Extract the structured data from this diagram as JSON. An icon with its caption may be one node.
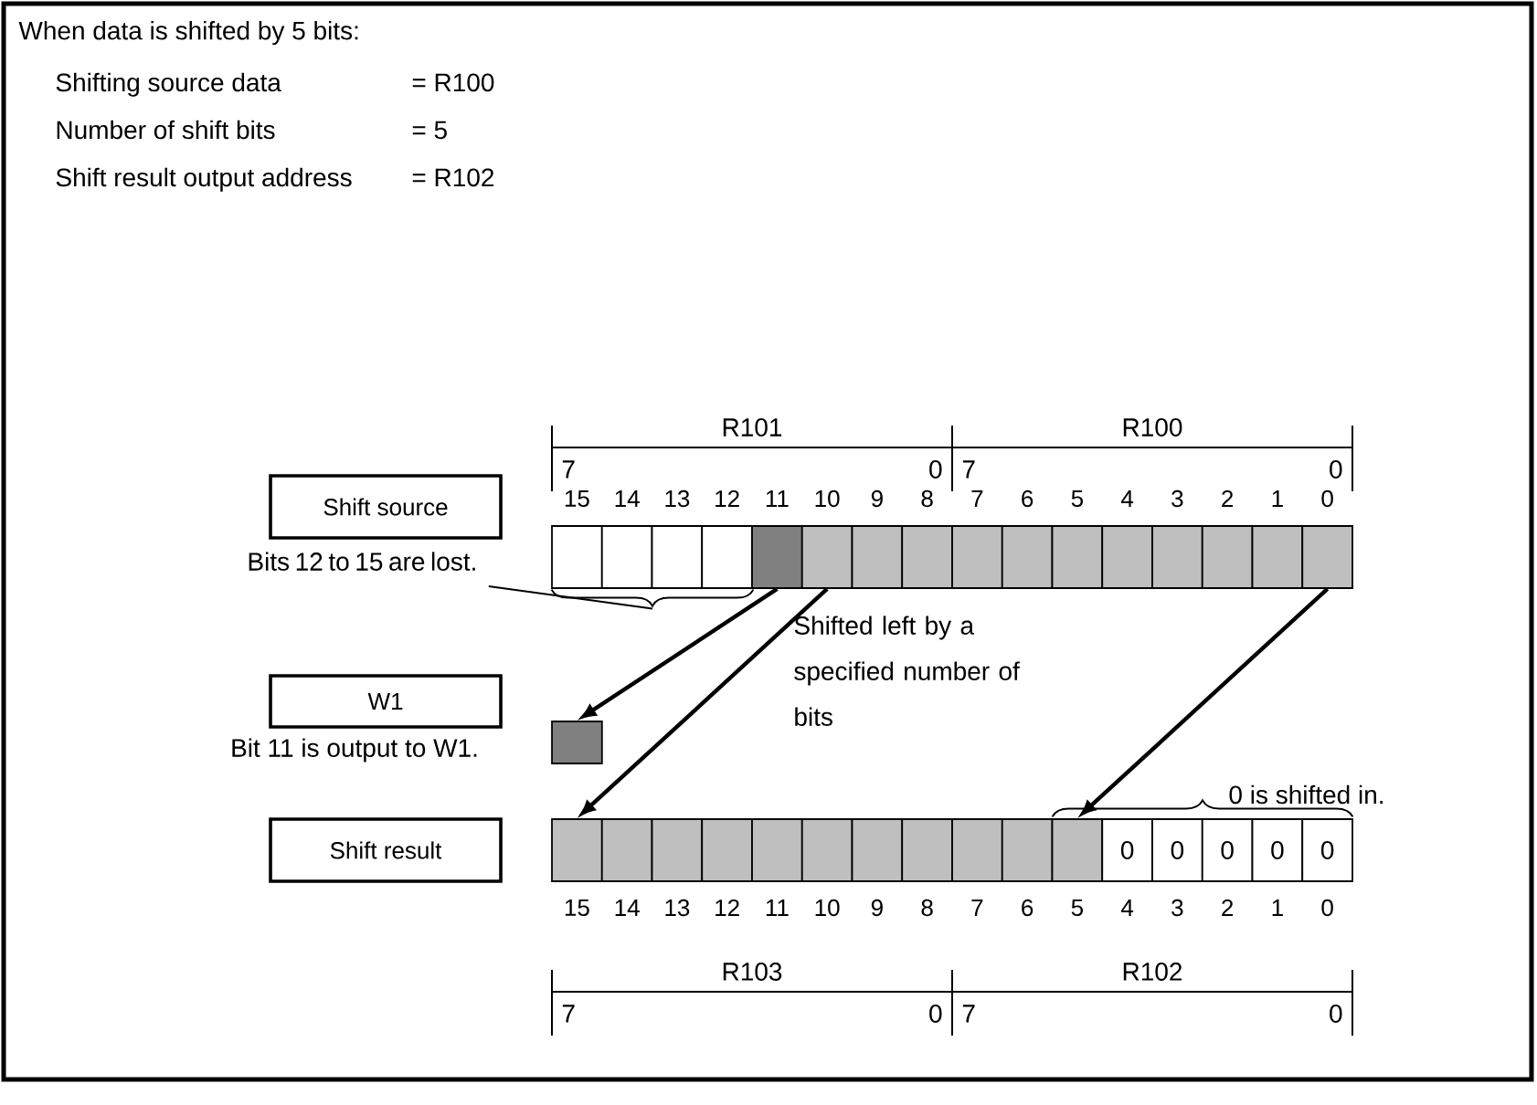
{
  "diagram": {
    "title": "When data is shifted by 5 bits:",
    "nodes": [
      {
        "text": [
          "Shift source"
        ]
      },
      {
        "text": [
          "W1"
        ],
        "beside": [
          "Bit 11 is output to W1."
        ]
      },
      {
        "text": [
          "Shift result"
        ]
      },
      {
        "text": [],
        "shape": "box"
      },
      {
        "text": [],
        "shape": "box"
      },
      {
        "text": [],
        "shape": "box"
      },
      {
        "text": [],
        "shape": "box"
      },
      {
        "text": [],
        "shape": "box"
      },
      {
        "text": [],
        "shape": "box"
      },
      {
        "text": [],
        "shape": "box"
      },
      {
        "text": [],
        "shape": "box"
      },
      {
        "text": [],
        "shape": "box"
      },
      {
        "text": [],
        "shape": "box"
      },
      {
        "text": [],
        "shape": "box"
      },
      {
        "text": [],
        "shape": "box"
      },
      {
        "text": [],
        "shape": "box"
      },
      {
        "text": [],
        "shape": "box"
      },
      {
        "text": [],
        "shape": "box"
      },
      {
        "text": [],
        "shape": "box"
      },
      {
        "text": [],
        "shape": "box"
      },
      {
        "text": [],
        "shape": "box"
      },
      {
        "text": [],
        "shape": "box"
      },
      {
        "text": [],
        "shape": "box"
      },
      {
        "text": [],
        "shape": "box"
      },
      {
        "text": [],
        "shape": "box"
      },
      {
        "text": [],
        "shape": "box"
      },
      {
        "text": [],
        "shape": "box"
      },
      {
        "text": [],
        "shape": "box"
      },
      {
        "text": [],
        "shape": "box"
      },
      {
        "text": [],
        "shape": "box"
      },
      {
        "text": [],
        "shape": "box"
      },
      {
        "text": [
          "0"
        ]
      },
      {
        "text": [
          "0"
        ]
      },
      {
        "text": [
          "0"
        ]
      },
      {
        "text": [
          "0"
        ]
      },
      {
        "text": [
          "0"
        ]
      },
      {
        "text": [
          "Bits 12 to 15 are lost."
        ]
      },
      {
        "text": [],
        "shape": "brace"
      },
      {
        "text": [],
        "shape": "brace"
      }
    ],
    "edges": [
      {
        "from": 7,
        "to": 19,
        "arrow": "to"
      },
      {
        "from": 8,
        "to": 20,
        "arrow": "to"
      },
      {
        "from": 18,
        "to": 30,
        "arrow": "to"
      },
      {
        "from": 36,
        "to": 37,
        "arrow": "none"
      }
    ],
    "labels": [
      "Shifting source data",
      "= R100",
      "Number of shift bits",
      "= 5",
      "Shift result output address",
      "= R102",
      "R101",
      "R100",
      "7",
      "0",
      "7",
      "0",
      "15",
      "14",
      "13",
      "12",
      "11",
      "10",
      "9",
      "8",
      "7",
      "6",
      "5",
      "4",
      "3",
      "2",
      "1",
      "0",
      "Shifted left by a specified number of bits",
      "0 is shifted in.",
      "15",
      "14",
      "13",
      "12",
      "11",
      "10",
      "9",
      "8",
      "7",
      "6",
      "5",
      "4",
      "3",
      "2",
      "1",
      "0",
      "R103",
      "R102",
      "7",
      "0",
      "7",
      "0"
    ]
  }
}
